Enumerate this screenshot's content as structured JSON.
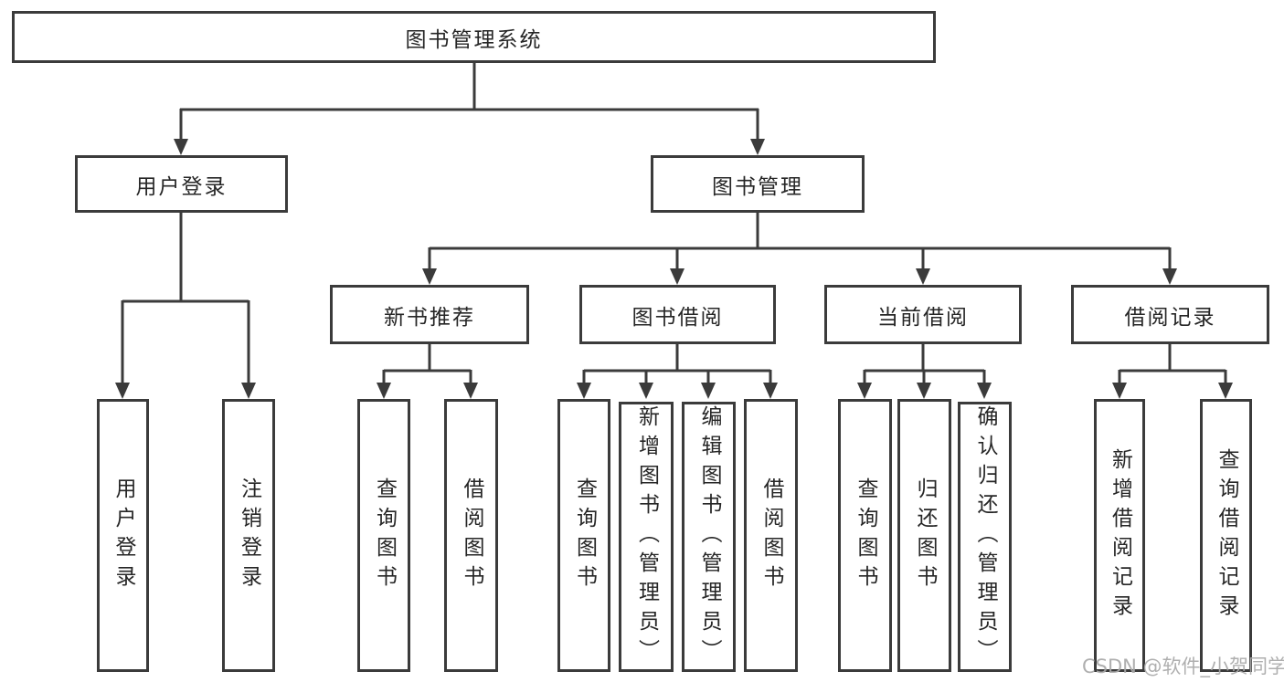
{
  "tree": {
    "root": {
      "label": "图书管理系统"
    },
    "branches": [
      {
        "label": "用户登录",
        "children": [
          {
            "label": "用户登录"
          },
          {
            "label": "注销登录"
          }
        ]
      },
      {
        "label": "图书管理",
        "children": [
          {
            "label": "新书推荐",
            "children": [
              {
                "label": "查询图书"
              },
              {
                "label": "借阅图书"
              }
            ]
          },
          {
            "label": "图书借阅",
            "children": [
              {
                "label": "查询图书"
              },
              {
                "label": "新增图书（管理员）"
              },
              {
                "label": "编辑图书（管理员）"
              },
              {
                "label": "借阅图书"
              }
            ]
          },
          {
            "label": "当前借阅",
            "children": [
              {
                "label": "查询图书"
              },
              {
                "label": "归还图书"
              },
              {
                "label": "确认归还（管理员）"
              }
            ]
          },
          {
            "label": "借阅记录",
            "children": [
              {
                "label": "新增借阅记录"
              },
              {
                "label": "查询借阅记录"
              }
            ]
          }
        ]
      }
    ]
  },
  "watermark": {
    "text": "CSDN @软件_小贺同学"
  },
  "colors": {
    "line": "#3b3b3b",
    "text": "#262626",
    "watermark": "#a9a9a9",
    "background": "#ffffff"
  }
}
